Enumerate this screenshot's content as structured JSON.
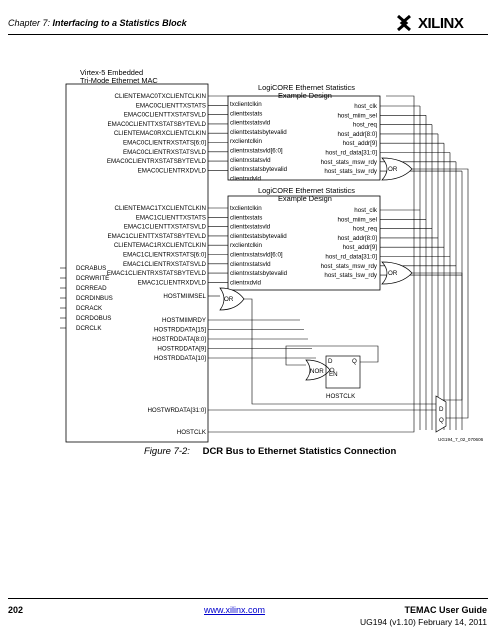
{
  "header": {
    "chapter": "Chapter 7:",
    "title": "Interfacing to a Statistics Block",
    "logo": "XILINX"
  },
  "mac": {
    "title_line1": "Virtex-5 Embedded",
    "title_line2": "Tri-Mode Ethernet MAC",
    "emac0_pins": [
      "CLIENTEMAC0TXCLIENTCLKIN",
      "EMAC0CLIENTTXSTATS",
      "EMAC0CLIENTTXSTATSVLD",
      "EMAC0CLIENTTXSTATSBYTEVLD",
      "CLIENTEMAC0RXCLIENTCLKIN",
      "EMAC0CLIENTRXSTATS[6:0]",
      "EMAC0CLIENTRXSTATSVLD",
      "EMAC0CLIENTRXSTATSBYTEVLD",
      "EMAC0CLIENTRXDVLD"
    ],
    "emac1_pins": [
      "CLIENTEMAC1TXCLIENTCLKIN",
      "EMAC1CLIENTTXSTATS",
      "EMAC1CLIENTTXSTATSVLD",
      "EMAC1CLIENTTXSTATSBYTEVLD",
      "CLIENTEMAC1RXCLIENTCLKIN",
      "EMAC1CLIENTRXSTATS[6:0]",
      "EMAC1CLIENTRXSTATSVLD",
      "EMAC1CLIENTRXSTATSBYTEVLD",
      "EMAC1CLIENTRXDVLD"
    ],
    "dcr_pins": [
      "DCRABUS",
      "DCRWRITE",
      "DCRREAD",
      "DCRDINBUS",
      "DCRACK",
      "DCRDOBUS",
      "DCRCLK"
    ],
    "host_pins_a": [
      "HOSTMIIMSEL"
    ],
    "host_pins_b": [
      "HOSTMIIMRDY",
      "HOSTRDDATA[15]",
      "HOSTRDDATA[8:0]",
      "HOSTRDDATA[9]",
      "HOSTRDDATA[10]"
    ],
    "hostwrdata": "HOSTWRDATA[31:0]",
    "hostclk": "HOSTCLK"
  },
  "stats": {
    "title_line1": "LogiCORE Ethernet Statistics",
    "title_line2": "Example Design",
    "left_pins": [
      "txclientclkin",
      "clienttxstats",
      "clienttxstatsvld",
      "clienttxstatsbytevalid",
      "rxclientclkin",
      "clientrxstatsvld[6:0]",
      "clientrxstatsvld",
      "clientrxstatsbytevalid",
      "clientrxdvld"
    ],
    "right_pins": [
      "host_clk",
      "host_miim_sel",
      "host_req",
      "host_addr[8:0]",
      "host_addr[9]",
      "host_rd_data[31:0]",
      "host_stats_msw_rdy",
      "host_stats_lsw_rdy"
    ]
  },
  "gates": {
    "or_label": "OR",
    "nor_label": "NOR",
    "d_label": "D",
    "q_label": "Q",
    "en_label": "EN",
    "hostclk_label": "HOSTCLK"
  },
  "figure": {
    "id": "UG194_7_02_070606",
    "number": "Figure 7-2:",
    "caption": "DCR Bus to Ethernet Statistics Connection"
  },
  "footer": {
    "page": "202",
    "link": "www.xilinx.com",
    "title": "TEMAC User Guide",
    "subtitle": "UG194 (v1.10) February 14, 2011"
  }
}
